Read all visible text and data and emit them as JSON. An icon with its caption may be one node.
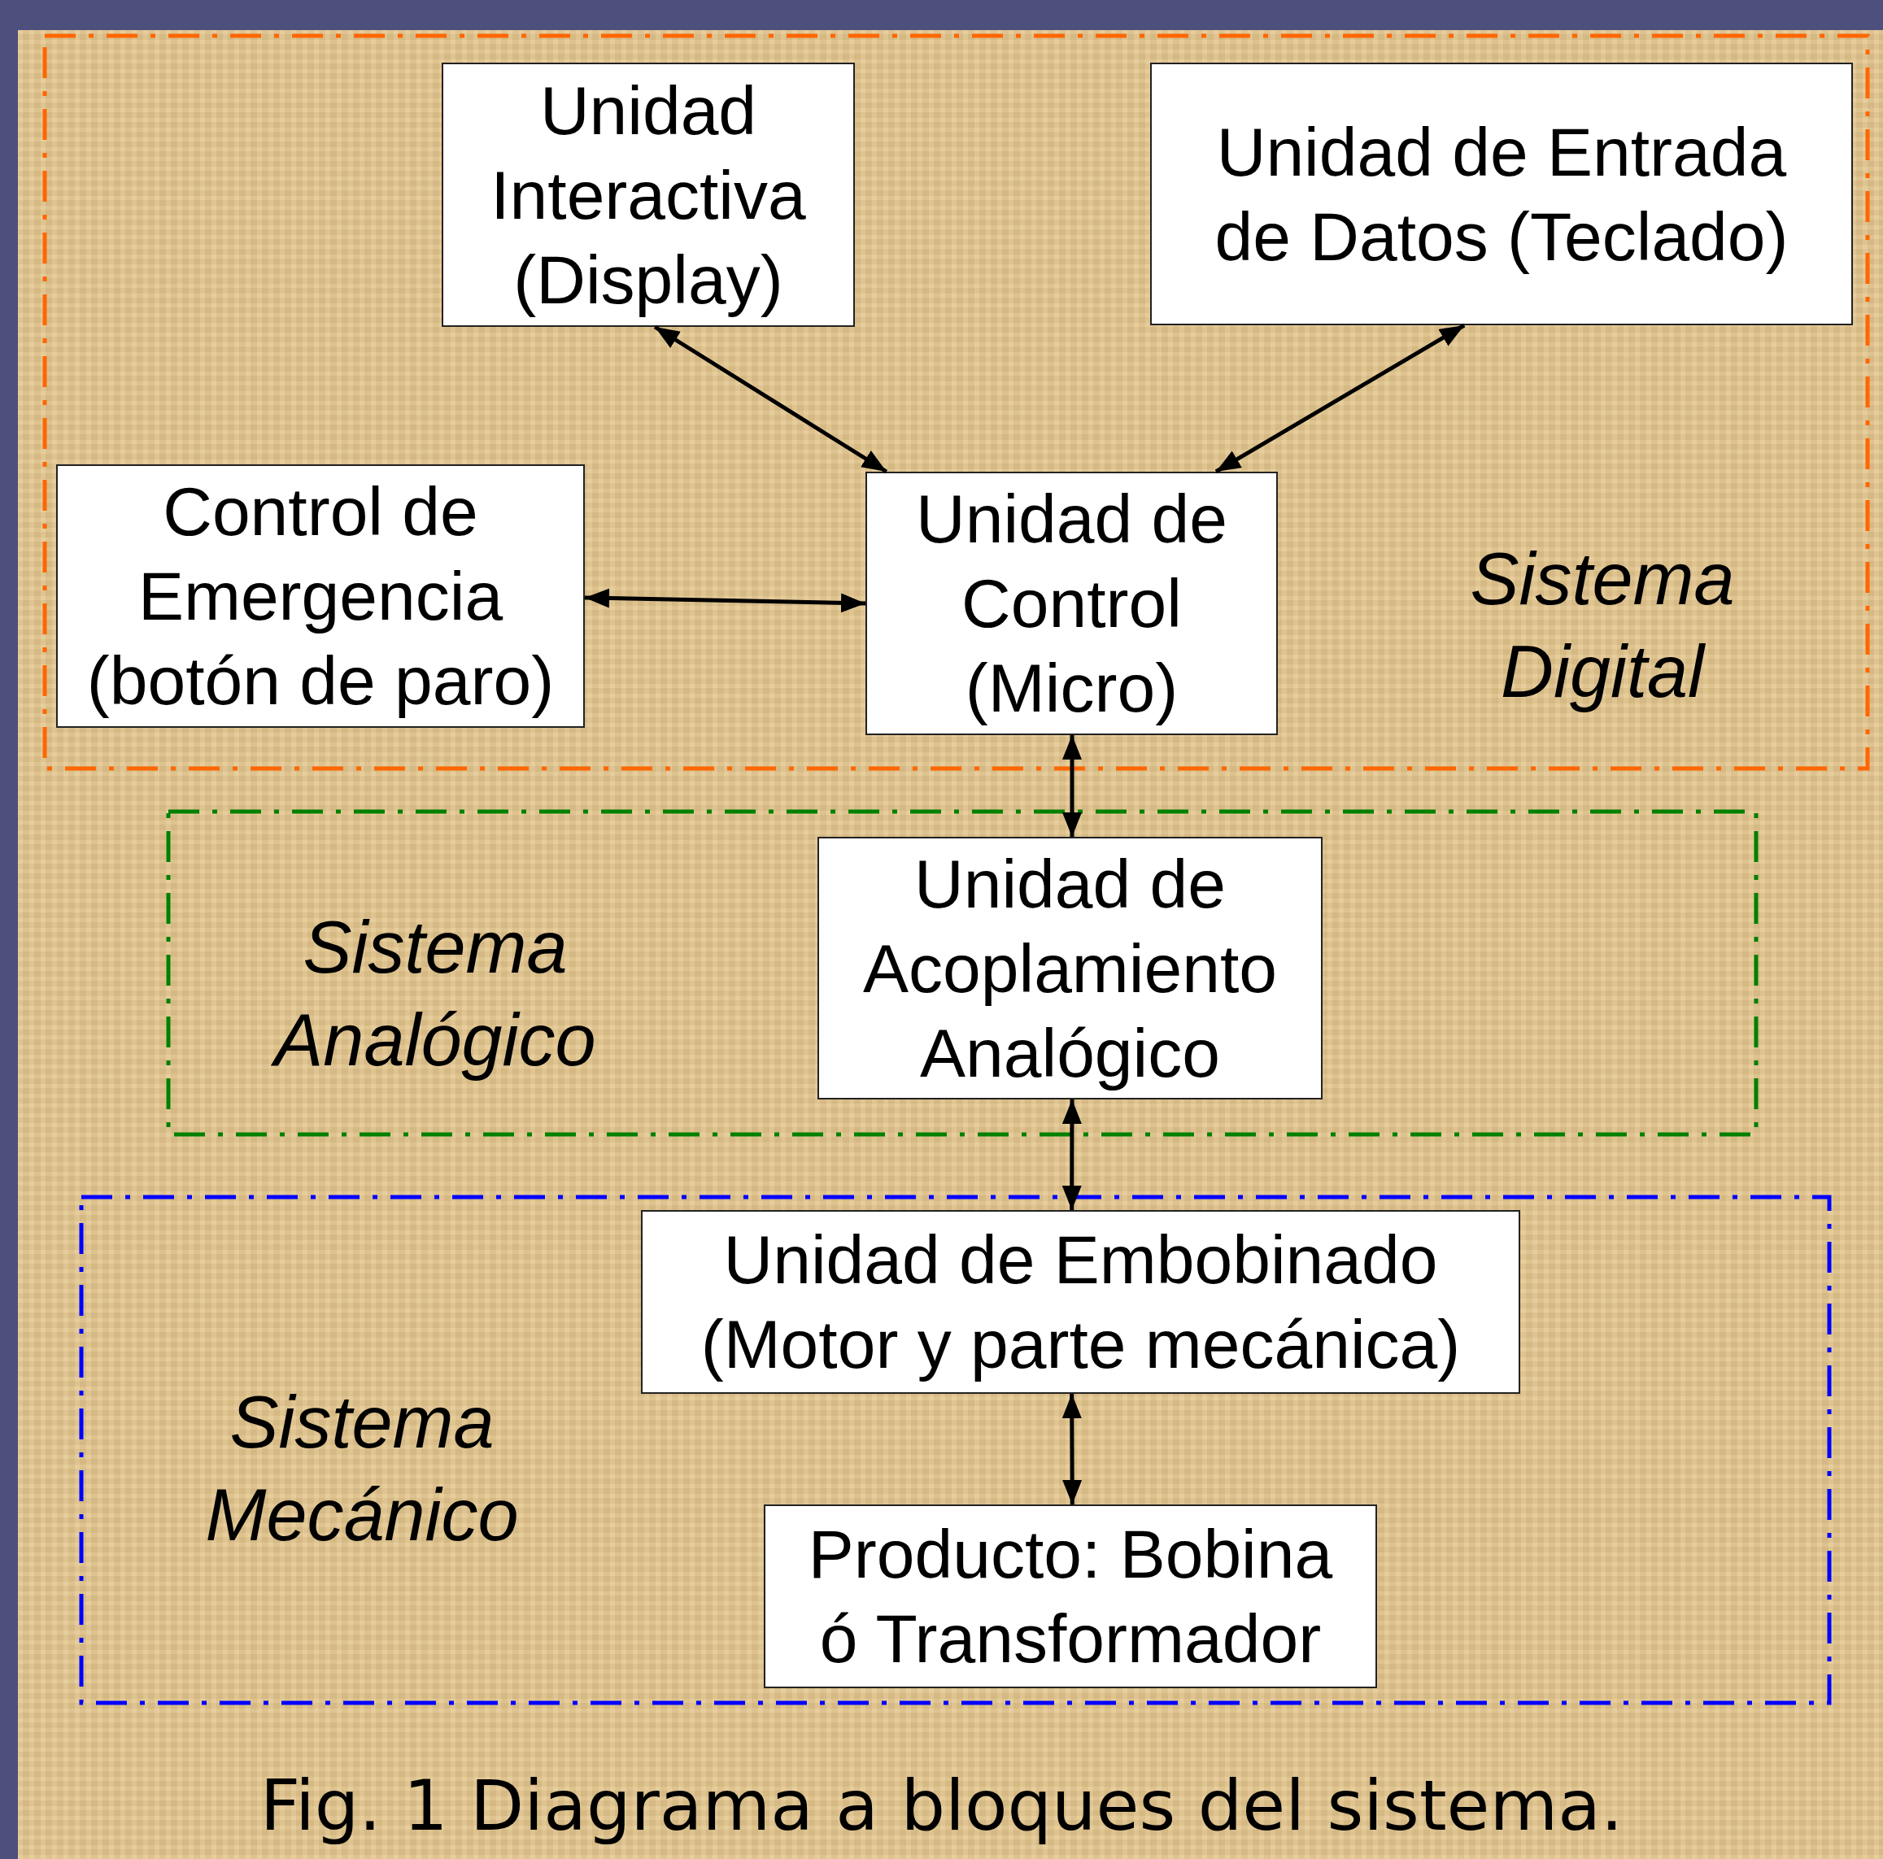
{
  "diagram": {
    "caption": "Fig. 1 Diagrama a bloques del sistema.",
    "nodes": [
      {
        "text": [
          "Sistema Digital"
        ]
      },
      {
        "text": [
          "Unidad Interactiva (Display)"
        ],
        "in": 0
      },
      {
        "text": [
          "Unidad de Entrada de Datos (Teclado)"
        ],
        "in": 0
      },
      {
        "text": [
          "Control de Emergencia (botón de paro)"
        ],
        "in": 0
      },
      {
        "text": [
          "Unidad de Control (Micro)"
        ],
        "in": 0
      },
      {
        "text": [
          "Sistema Analógico"
        ]
      },
      {
        "text": [
          "Unidad de Acoplamiento Analógico"
        ],
        "in": 5
      },
      {
        "text": [
          "Sistema Mecánico"
        ]
      },
      {
        "text": [
          "Unidad de Embobinado (Motor y parte mecánica)"
        ],
        "in": 7
      },
      {
        "text": [
          "Producto: Bobina ó Transformador"
        ],
        "in": 7
      }
    ],
    "edges": [
      {
        "from": 1,
        "to": 4,
        "arrow": "both"
      },
      {
        "from": 2,
        "to": 4,
        "arrow": "both"
      },
      {
        "from": 3,
        "to": 4,
        "arrow": "both"
      },
      {
        "from": 4,
        "to": 6,
        "arrow": "both"
      },
      {
        "from": 6,
        "to": 8,
        "arrow": "both"
      },
      {
        "from": 8,
        "to": 9,
        "arrow": "both"
      }
    ]
  }
}
